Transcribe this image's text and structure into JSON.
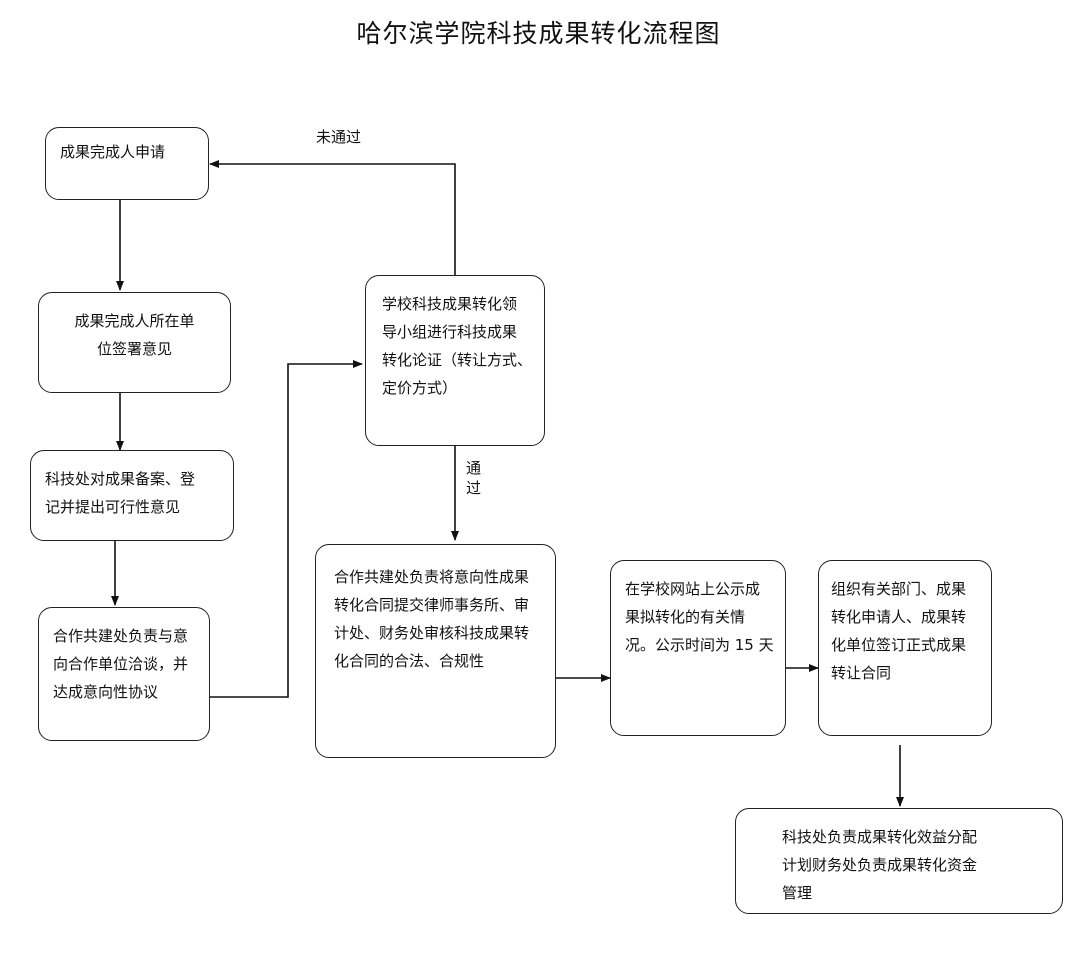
{
  "title": "哈尔滨学院科技成果转化流程图",
  "nodes": {
    "apply": "成果完成人申请",
    "dept_sign": "成果完成人所在单\n位签署意见",
    "kjc_register": "科技处对成果备案、登\n记并提出可行性意见",
    "hzgj_negotiate": "合作共建处负责与意\n向合作单位洽谈，并\n达成意向性协议",
    "leading_group": "学校科技成果转化领\n导小组进行科技成果\n转化论证（转让方式、\n定价方式）",
    "contract_review": "合作共建处负责将意向性成果\n转化合同提交律师事务所、审\n计处、财务处审核科技成果转\n化合同的合法、合规性",
    "publicize": "在学校网站上公示成\n果拟转化的有关情\n况。公示时间为 15 天",
    "sign_contract": "组织有关部门、成果\n转化申请人、成果转\n化单位签订正式成果\n转让合同",
    "benefit_mgmt": "科技处负责成果转化效益分配\n计划财务处负责成果转化资金\n管理"
  },
  "edge_labels": {
    "not_passed": "未通过",
    "passed": "通\n过"
  }
}
